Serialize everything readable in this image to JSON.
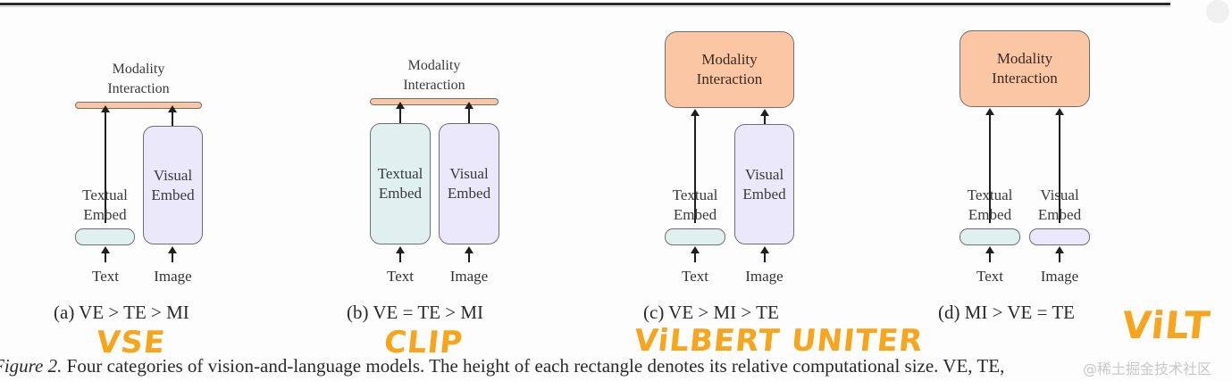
{
  "panels": [
    {
      "id": "a",
      "modality_interaction": "Modality Interaction",
      "modality_interaction_line1": "Modality",
      "modality_interaction_line2": "Interaction",
      "textual_embed_line1": "Textual",
      "textual_embed_line2": "Embed",
      "visual_embed_line1": "Visual",
      "visual_embed_line2": "Embed",
      "text_input": "Text",
      "image_input": "Image",
      "caption": "(a) VE > TE > MI",
      "annotation": "VSE"
    },
    {
      "id": "b",
      "modality_interaction_line1": "Modality",
      "modality_interaction_line2": "Interaction",
      "textual_embed_line1": "Textual",
      "textual_embed_line2": "Embed",
      "visual_embed_line1": "Visual",
      "visual_embed_line2": "Embed",
      "text_input": "Text",
      "image_input": "Image",
      "caption": "(b) VE = TE > MI",
      "annotation": "CLIP"
    },
    {
      "id": "c",
      "modality_interaction_line1": "Modality",
      "modality_interaction_line2": "Interaction",
      "textual_embed_line1": "Textual",
      "textual_embed_line2": "Embed",
      "visual_embed_line1": "Visual",
      "visual_embed_line2": "Embed",
      "text_input": "Text",
      "image_input": "Image",
      "caption": "(c) VE > MI > TE",
      "annotation": "ViLBERT UNITER"
    },
    {
      "id": "d",
      "modality_interaction_line1": "Modality",
      "modality_interaction_line2": "Interaction",
      "textual_embed_line1": "Textual",
      "textual_embed_line2": "Embed",
      "visual_embed_line1": "Visual",
      "visual_embed_line2": "Embed",
      "text_input": "Text",
      "image_input": "Image",
      "caption": "(d) MI > VE = TE",
      "annotation": "ViLT"
    }
  ],
  "figure_caption": {
    "label": "Figure 2.",
    "text": " Four categories of vision-and-language models. The height of each rectangle denotes its relative computational size. VE, TE,"
  },
  "watermark": "@稀土掘金技术社区",
  "colors": {
    "modality_interaction": "#fbc6a4",
    "textual_embed": "#dff0ef",
    "visual_embed": "#ebe8fb",
    "annotation": "#f7a51c"
  }
}
